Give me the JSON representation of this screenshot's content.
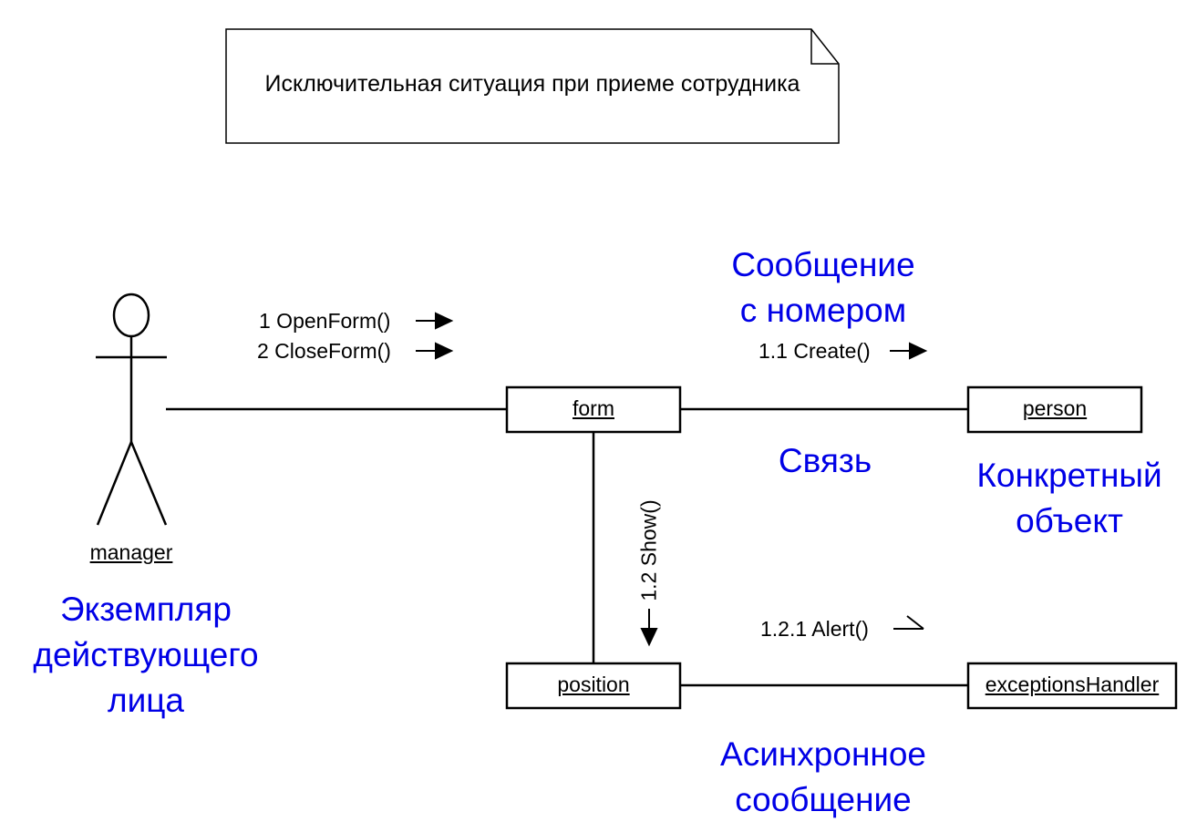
{
  "note": {
    "text": "Исключительная ситуация при приеме сотрудника"
  },
  "actor": {
    "name": "manager",
    "annotation_line1": "Экземпляр",
    "annotation_line2": "действующего",
    "annotation_line3": "лица"
  },
  "objects": {
    "form": "form",
    "person": "person",
    "position": "position",
    "exceptions_handler": "exceptionsHandler"
  },
  "messages": {
    "open_form": "1 OpenForm()",
    "close_form": "2 CloseForm()",
    "create": "1.1 Create()",
    "show": "1.2 Show()",
    "alert": "1.2.1 Alert()"
  },
  "annotations": {
    "numbered_message_line1": "Сообщение",
    "numbered_message_line2": "с номером",
    "link": "Связь",
    "concrete_object_line1": "Конкретный",
    "concrete_object_line2": "объект",
    "async_message_line1": "Асинхронное",
    "async_message_line2": "сообщение"
  },
  "colors": {
    "annotation": "#0000e6",
    "lines": "#000000",
    "background": "#ffffff"
  }
}
